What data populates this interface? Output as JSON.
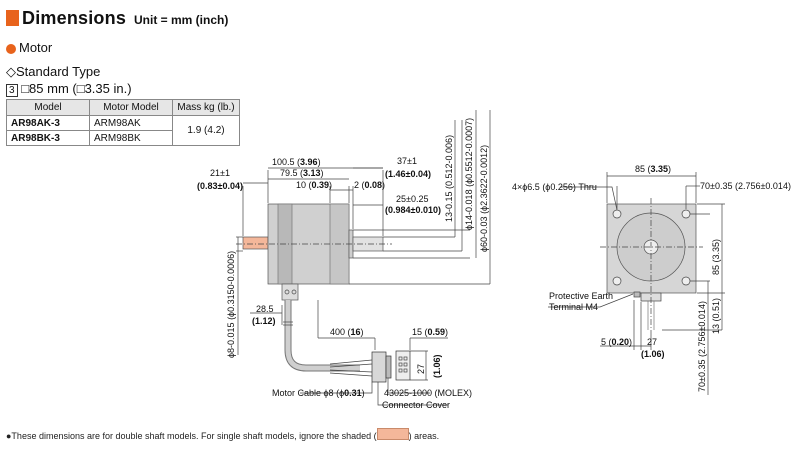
{
  "header": {
    "title": "Dimensions",
    "unit": "Unit = mm (inch)"
  },
  "section": {
    "label": "Motor",
    "type_label": "◇Standard Type",
    "size_num": "3",
    "size_text": "□85 mm (□3.35 in.)"
  },
  "table": {
    "headers": [
      "Model",
      "Motor Model",
      "Mass kg (lb.)"
    ],
    "rows": [
      {
        "model": "AR98AK-3",
        "motor_model": "ARM98AK"
      },
      {
        "model": "AR98BK-3",
        "motor_model": "ARM98BK"
      }
    ],
    "mass": "1.9 (4.2)"
  },
  "dims": {
    "d_100_5": "100.5 (",
    "d_100_5b": "3.96",
    "d_79_5": "79.5 (",
    "d_79_5b": "3.13",
    "d_10": "10 (",
    "d_10b": "0.39",
    "d_2": "2 (",
    "d_2b": "0.08",
    "d_21": "21±1",
    "d_21b": "(0.83±0.04)",
    "d_37": "37±1",
    "d_37b": "(1.46±0.04)",
    "d_25": "25±0.25",
    "d_25b": "(0.984±0.010)",
    "d_13v": "13-0.15 (0.512-0.006)",
    "d_14v": "ϕ14-0.018 (ϕ0.5512-0.0007)",
    "d_60v": "ϕ60-0.03 (ϕ2.3622-0.0012)",
    "d_8v": "ϕ8-0.015 (ϕ0.3150-0.0006)",
    "d_28_5": "28.5",
    "d_28_5b": "(1.12)",
    "d_400": "400 (",
    "d_400b": "16",
    "d_15": "15 (",
    "d_15b": "0.59",
    "d_27v": "27",
    "d_27vb": "(1.06)",
    "cable": "Motor Cable ϕ8 (ϕ",
    "cable_b": "0.31",
    "connector": "43025-1000 (MOLEX)",
    "cover": "Connector Cover",
    "hole": "4×ϕ6.5 (ϕ0.256) Thru",
    "d_85h": "85 (",
    "d_85hb": "3.35",
    "d_70h": "70±0.35 (2.756±0.014)",
    "d_85v": "85 (3.35)",
    "pe1": "Protective Earth",
    "pe2": "Terminal M4",
    "d_5": "5 (",
    "d_5b": "0.20",
    "d_27h": "27",
    "d_27hb": "(1.06)",
    "d_70v": "70±0.35 (2.756±0.014)",
    "d_13r": "13 (0.51)"
  },
  "footer": {
    "note_a": "●These dimensions are for double shaft models. For single shaft models, ignore the shaded (",
    "note_b": ") areas."
  },
  "colors": {
    "accent": "#e8631c",
    "shaded": "#f4b79a"
  }
}
